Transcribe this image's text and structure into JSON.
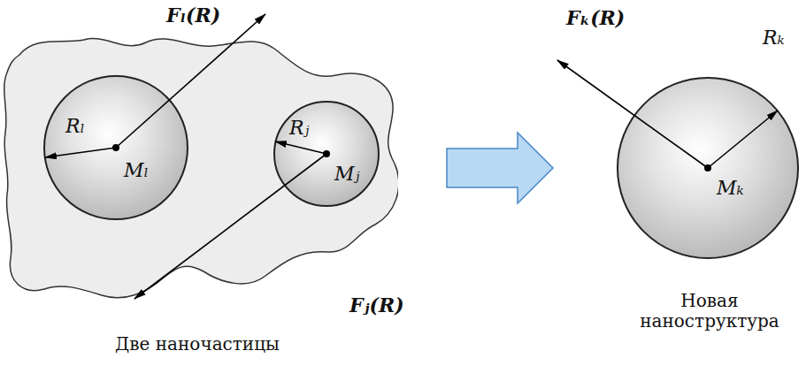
{
  "diagram": {
    "nodes": [
      {
        "text": [
          "Две наночастицы"
        ]
      },
      {
        "text": [
          "Rₗ",
          "Mₗ"
        ],
        "in": 0
      },
      {
        "text": [
          "Rⱼ",
          "Mⱼ"
        ],
        "in": 0
      },
      {
        "text": [
          "Mₖ",
          "Новая наноструктура"
        ]
      }
    ],
    "edges": [
      {
        "from": 0,
        "to": 3,
        "arrow": "to"
      }
    ],
    "labels": [
      "Fₗ(R)",
      "Fⱼ(R)",
      "Fₖ(R)",
      "Rₖ"
    ]
  }
}
